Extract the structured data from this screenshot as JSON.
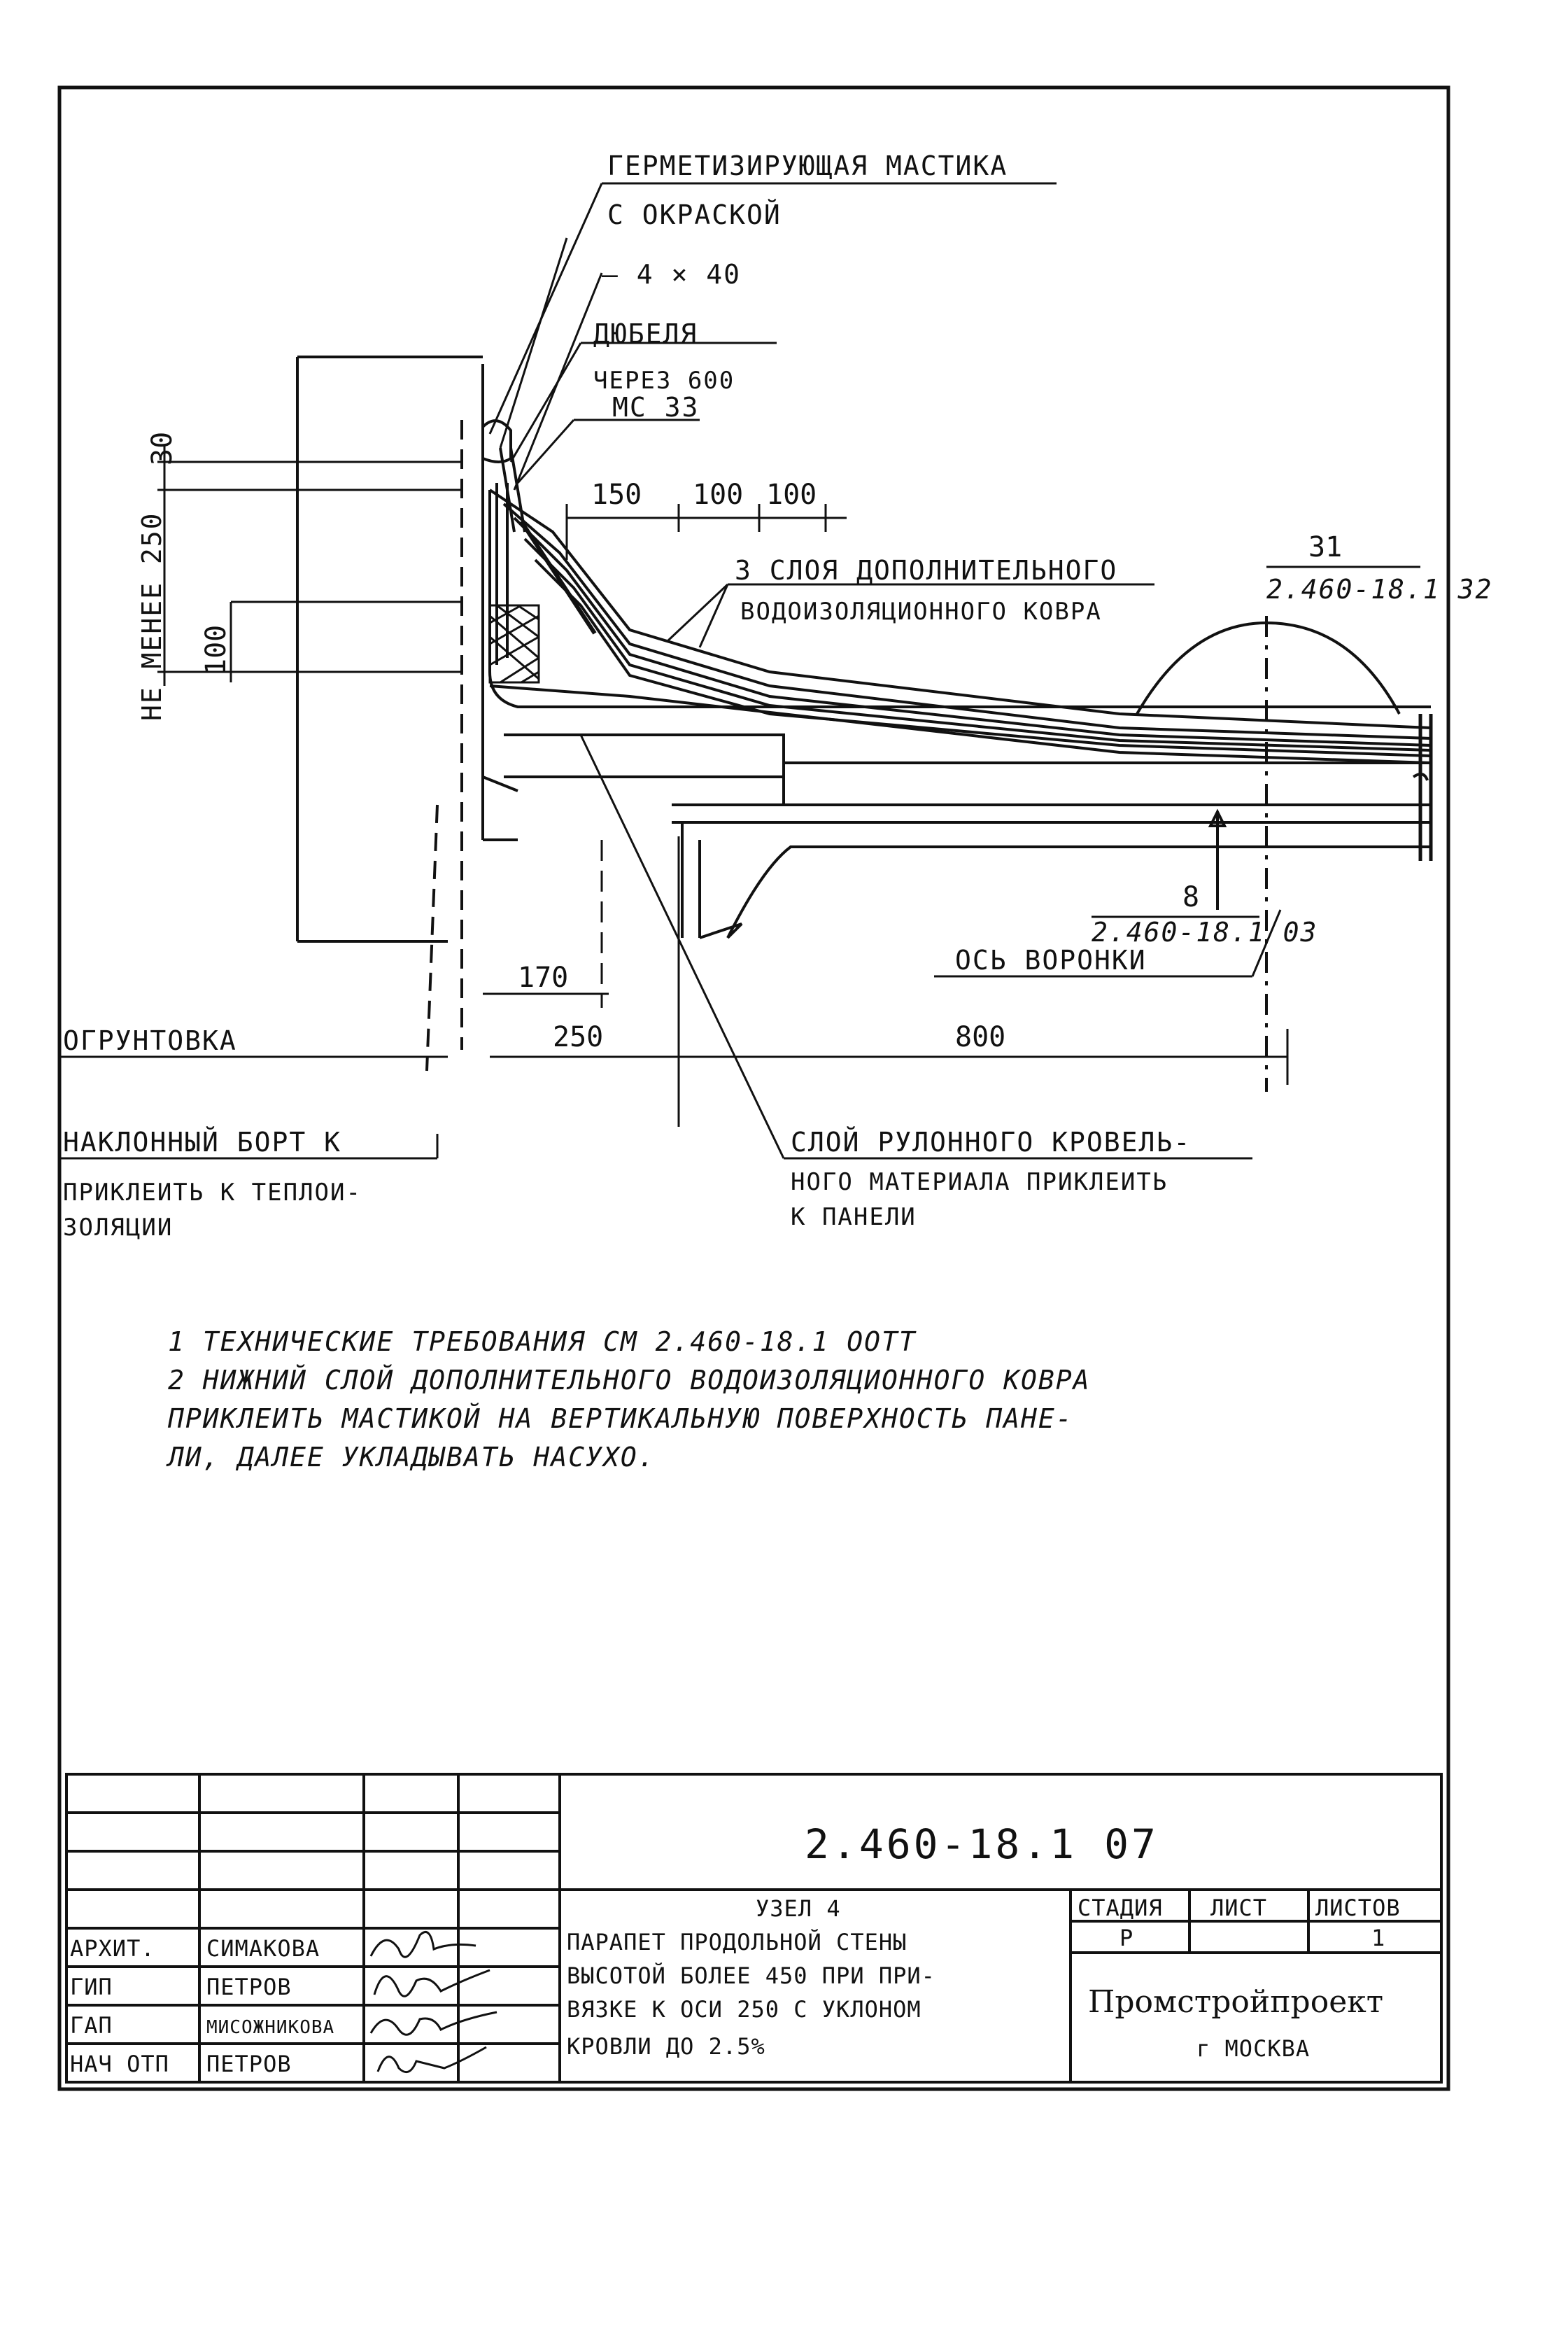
{
  "labels": {
    "sealant_line1": "ГЕРМЕТИЗИРУЮЩАЯ МАСТИКА",
    "sealant_line2": "С ОКРАСКОЙ",
    "strip": "— 4 × 40",
    "dowels_line1": "ДЮБЕЛЯ",
    "dowels_line2": "ЧЕРЕЗ 600",
    "mastic": "МС 33",
    "extra_layers_line1": "3 СЛОЯ ДОПОЛНИТЕЛЬНОГО",
    "extra_layers_line2": "ВОДОИЗОЛЯЦИОННОГО КОВРА",
    "funnel_axis": "ОСЬ ВОРОНКИ",
    "primer": "ОГРУНТОВКА",
    "inclined_board_line1": "НАКЛОННЫЙ БОРТ К",
    "inclined_board_line2": "ПРИКЛЕИТЬ К ТЕПЛОИ-",
    "inclined_board_line3": "ЗОЛЯЦИИ",
    "roll_layer_line1": "СЛОЙ РУЛОННОГО КРОВЕЛЬ-",
    "roll_layer_line2": "НОГО МАТЕРИАЛА ПРИКЛЕИТЬ",
    "roll_layer_line3": "К ПАНЕЛИ",
    "height_min": "НЕ МЕНЕЕ 250"
  },
  "dimensions": {
    "d30": "30",
    "d100_vert": "100",
    "d150": "150",
    "d100a": "100",
    "d100b": "100",
    "d170": "170",
    "d250": "250",
    "d800": "800"
  },
  "references": {
    "ref31_num": "31",
    "ref31_sheet": "2.460-18.1 32",
    "ref8_num": "8",
    "ref8_sheet": "2.460-18.1 03"
  },
  "notes": [
    "1  ТЕХНИЧЕСКИЕ ТРЕБОВАНИЯ СМ 2.460-18.1 ООТТ",
    "2  НИЖНИЙ СЛОЙ ДОПОЛНИТЕЛЬНОГО ВОДОИЗОЛЯЦИОННОГО КОВРА",
    "    ПРИКЛЕИТЬ МАСТИКОЙ НА ВЕРТИКАЛЬНУЮ ПОВЕРХНОСТЬ ПАНЕ-",
    "    ЛИ, ДАЛЕЕ УКЛАДЫВАТЬ НАСУХО."
  ],
  "title_block": {
    "doc_code": "2.460-18.1 07",
    "title_lines": [
      "УЗЕЛ 4",
      "ПАРАПЕТ ПРОДОЛЬНОЙ СТЕНЫ",
      "ВЫСОТОЙ БОЛЕЕ 450 ПРИ ПРИ-",
      "ВЯЗКЕ К ОСИ 250 С УКЛОНОМ",
      "КРОВЛИ ДО 2.5%"
    ],
    "stage_header": "СТАДИЯ",
    "sheet_header": "ЛИСТ",
    "sheets_header": "ЛИСТОВ",
    "stage_value": "Р",
    "sheet_value": "",
    "sheets_value": "1",
    "organization": "Промстройпроект",
    "city": "г МОСКВА",
    "signatures": [
      {
        "role": "АРХИТ.",
        "name": "СИМАКОВА"
      },
      {
        "role": "ГИП",
        "name": "ПЕТРОВ"
      },
      {
        "role": "ГАП",
        "name": "МИСОЖНИКОВА"
      },
      {
        "role": "НАЧ ОТП",
        "name": "ПЕТРОВ"
      }
    ]
  }
}
